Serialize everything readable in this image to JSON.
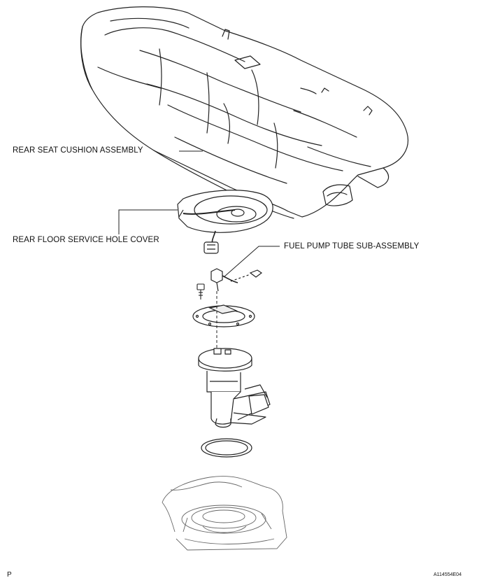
{
  "labels": {
    "rear_seat_cushion": "REAR SEAT CUSHION ASSEMBLY",
    "rear_floor_service_hole_cover": "REAR FLOOR SERVICE HOLE COVER",
    "fuel_pump_tube": "FUEL PUMP TUBE SUB-ASSEMBLY"
  },
  "corner": {
    "left_code": "P",
    "drawing_id": "A114554E04"
  }
}
